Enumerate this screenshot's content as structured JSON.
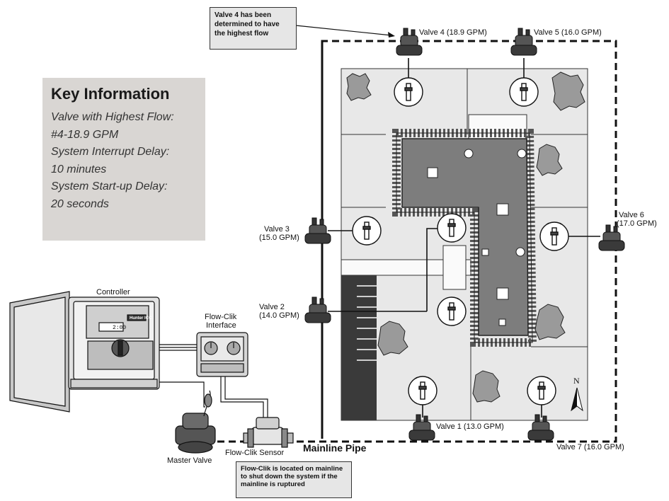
{
  "callouts": {
    "top": [
      "Valve 4 has been",
      "determined to have",
      "the highest flow"
    ],
    "bottom": [
      "Flow-Clik is located on mainline",
      "to shut down the system if the",
      "mainline is ruptured"
    ]
  },
  "key_info": {
    "title": "Key Information",
    "lines": [
      "Valve with Highest Flow:",
      "#4-18.9 GPM",
      "System Interrupt Delay:",
      "10 minutes",
      "System Start-up Delay:",
      "20 seconds"
    ]
  },
  "labels": {
    "valve1": "Valve 1 (13.0 GPM)",
    "valve2": [
      "Valve 2",
      "(14.0 GPM)"
    ],
    "valve3": [
      "Valve 3",
      "(15.0 GPM)"
    ],
    "valve4": "Valve 4 (18.9 GPM)",
    "valve5": "Valve 5 (16.0 GPM)",
    "valve6": [
      "Valve 6",
      "(17.0 GPM)"
    ],
    "valve7": "Valve 7 (16.0 GPM)",
    "controller": "Controller",
    "flowclik_interface": [
      "Flow-Clik",
      "Interface"
    ],
    "flowclik_sensor": "Flow-Clik Sensor",
    "master_valve": "Master Valve",
    "mainline_pipe": "Mainline Pipe",
    "north": "N",
    "controller_display": "2:00",
    "controller_brand": "Hunter ICC"
  },
  "colors": {
    "lawn": "#e8e8e8",
    "building": "#7d7d7d",
    "parking": "#3a3a3a",
    "key_bg": "#d9d6d3",
    "callout_bg": "#e6e6e6"
  }
}
